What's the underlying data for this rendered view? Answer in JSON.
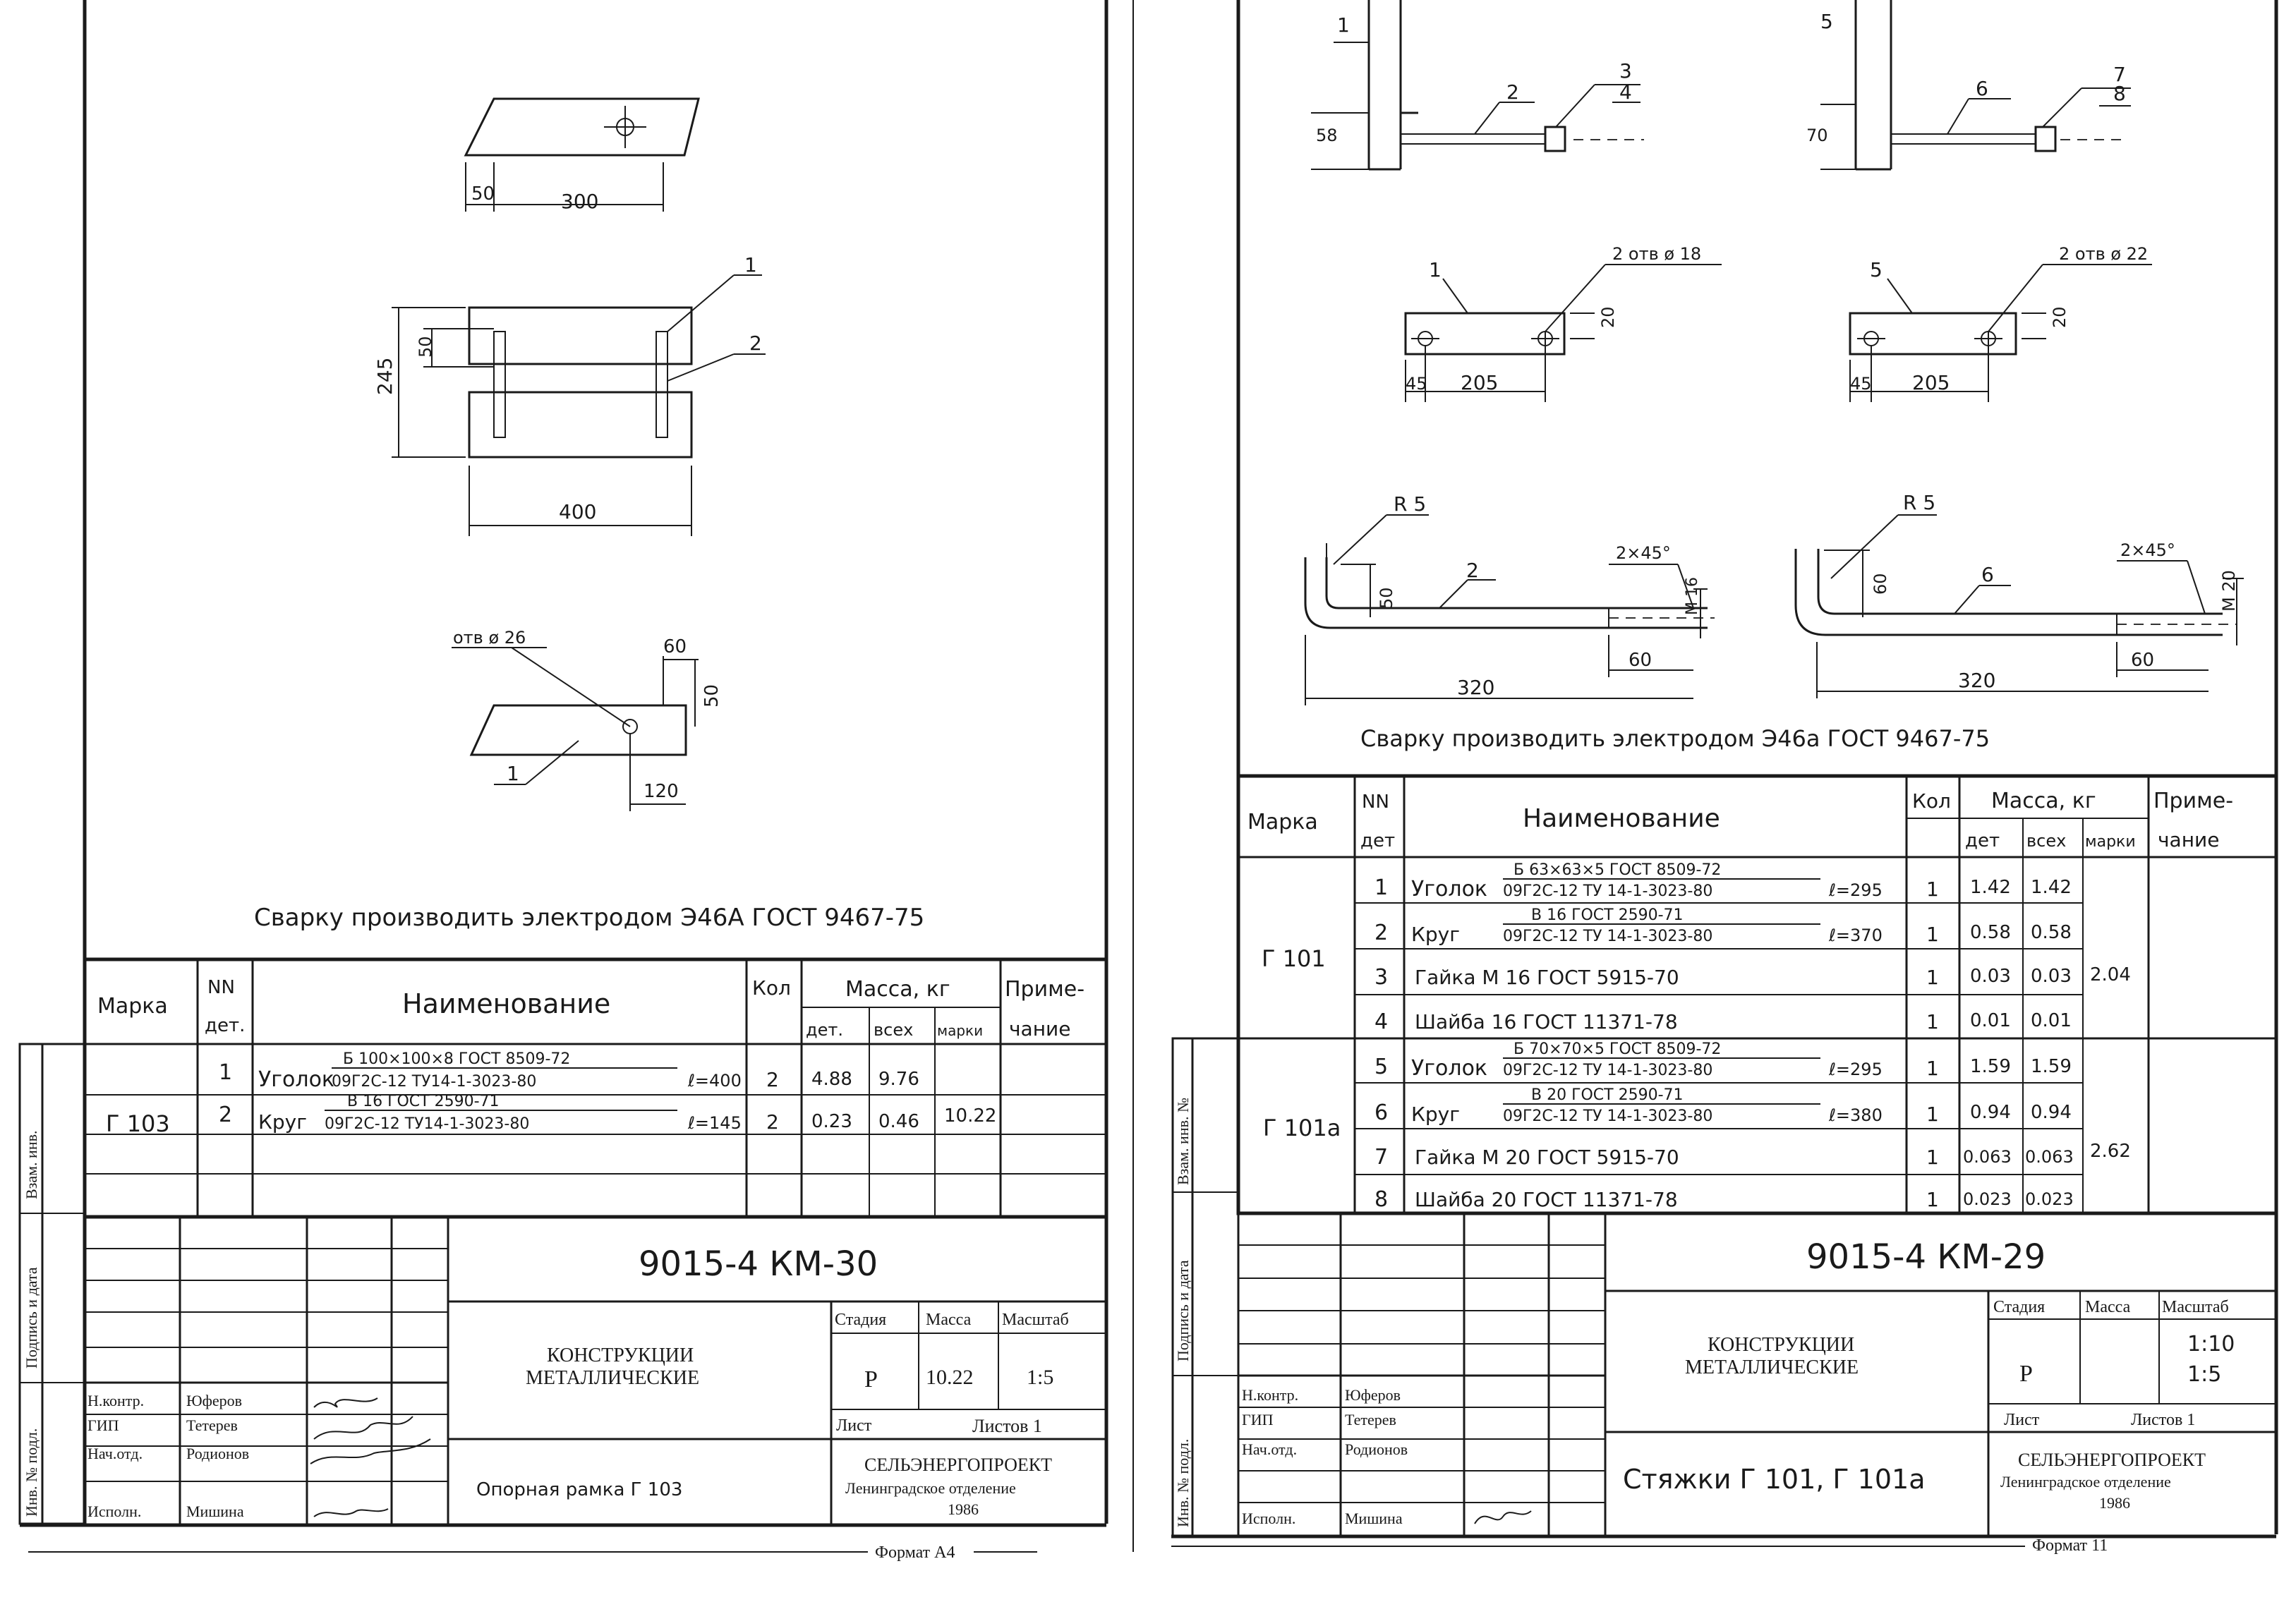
{
  "left_sheet": {
    "dims": {
      "d50a": "50",
      "d300": "300",
      "d50b": "50",
      "d245": "245",
      "d400": "400",
      "hole": "отв ø 26",
      "d60": "60",
      "d50c": "50",
      "d120": "120"
    },
    "callouts": {
      "c1a": "1",
      "c2": "2",
      "c1b": "1"
    },
    "note": "Сварку производить электродом Э46А ГОСТ 9467-75",
    "table": {
      "headers": {
        "mark": "Марка",
        "nn1": "NN",
        "nn2": "дет.",
        "name": "Наименование",
        "qty": "Кол",
        "mass": "Масса, кг",
        "m_det": "дет.",
        "m_all": "всех",
        "m_mark": "марки",
        "note1": "Приме-",
        "note2": "чание"
      },
      "mark": "Г 103",
      "mark_mass": "10.22",
      "rows": [
        {
          "n": "1",
          "item": "Уголок",
          "spec1": "Б 100×100×8  ГОСТ 8509-72",
          "spec2": "09Г2С-12  ТУ14-1-3023-80",
          "len": "ℓ=400",
          "qty": "2",
          "det": "4.88",
          "all": "9.76"
        },
        {
          "n": "2",
          "item": "Круг",
          "spec1": "В 16   ГОСТ 2590-71",
          "spec2": "09Г2С-12  ТУ14-1-3023-80",
          "len": "ℓ=145",
          "qty": "2",
          "det": "0.23",
          "all": "0.46"
        }
      ]
    },
    "side_labels": {
      "a": "Взам. инв.",
      "b": "Подпись и дата",
      "c": "Инв. № подл."
    },
    "stamp": {
      "code": "9015-4 КМ-30",
      "title1": "КОНСТРУКЦИИ",
      "title2": "МЕТАЛЛИЧЕСКИЕ",
      "stage_h": "Стадия",
      "mass_h": "Масса",
      "scale_h": "Масштаб",
      "stage": "Р",
      "mass": "10.22",
      "scale": "1:5",
      "sheet": "Лист",
      "sheets": "Листов 1",
      "drawing": "Опорная рамка  Г 103",
      "org1": "СЕЛЬЭНЕРГОПРОЕКТ",
      "org2": "Ленинградское отделение",
      "year": "1986",
      "roles": [
        {
          "role": "Н.контр.",
          "name": "Юферов"
        },
        {
          "role": "ГИП",
          "name": "Тетерев"
        },
        {
          "role": "Нач.отд.",
          "name": "Родионов"
        },
        {
          "role": "Исполн.",
          "name": "Мишина"
        }
      ],
      "format": "Формат А4"
    }
  },
  "right_sheet": {
    "dims": {
      "d58": "58",
      "c3": "3",
      "c4": "4",
      "c2a": "2",
      "c5": "5",
      "d70": "70",
      "c6a": "6",
      "c7": "7",
      "c8": "8",
      "c1": "1",
      "holes18": "2 отв ø 18",
      "d20a": "20",
      "d45a": "45",
      "d205a": "205",
      "c5b": "5",
      "holes22": "2 отв ø 22",
      "d20b": "20",
      "d45b": "45",
      "d205b": "205",
      "r5a": "R 5",
      "c2b": "2",
      "ch1": "2×45°",
      "m16": "М 16",
      "d50": "50",
      "d60a": "60",
      "d320a": "320",
      "r5b": "R 5",
      "c6b": "6",
      "ch2": "2×45°",
      "m20": "М 20",
      "d60": "60",
      "d60b": "60",
      "d320b": "320"
    },
    "note": "Сварку производить электродом Э46а ГОСТ 9467-75",
    "table": {
      "headers": {
        "mark": "Марка",
        "nn1": "NN",
        "nn2": "дет",
        "name": "Наименование",
        "qty": "Кол",
        "mass": "Масса, кг",
        "m_det": "дет",
        "m_all": "всех",
        "m_mark": "марки",
        "note1": "Приме-",
        "note2": "чание"
      },
      "groups": [
        {
          "mark": "Г 101",
          "mark_mass": "2.04",
          "rows": [
            {
              "n": "1",
              "item": "Уголок",
              "spec1": "Б 63×63×5  ГОСТ 8509-72",
              "spec2": "09Г2С-12  ТУ 14-1-3023-80",
              "len": "ℓ=295",
              "qty": "1",
              "det": "1.42",
              "all": "1.42"
            },
            {
              "n": "2",
              "item": "Круг",
              "spec1": "В 16  ГОСТ 2590-71",
              "spec2": "09Г2С-12  ТУ 14-1-3023-80",
              "len": "ℓ=370",
              "qty": "1",
              "det": "0.58",
              "all": "0.58"
            },
            {
              "n": "3",
              "item": "Гайка  М 16   ГОСТ 5915-70",
              "spec1": "",
              "spec2": "",
              "len": "",
              "qty": "1",
              "det": "0.03",
              "all": "0.03"
            },
            {
              "n": "4",
              "item": "Шайба  16   ГОСТ 11371-78",
              "spec1": "",
              "spec2": "",
              "len": "",
              "qty": "1",
              "det": "0.01",
              "all": "0.01"
            }
          ]
        },
        {
          "mark": "Г 101а",
          "mark_mass": "2.62",
          "rows": [
            {
              "n": "5",
              "item": "Уголок",
              "spec1": "Б 70×70×5  ГОСТ 8509-72",
              "spec2": "09Г2С-12  ТУ 14-1-3023-80",
              "len": "ℓ=295",
              "qty": "1",
              "det": "1.59",
              "all": "1.59"
            },
            {
              "n": "6",
              "item": "Круг",
              "spec1": "В 20  ГОСТ 2590-71",
              "spec2": "09Г2С-12  ТУ 14-1-3023-80",
              "len": "ℓ=380",
              "qty": "1",
              "det": "0.94",
              "all": "0.94"
            },
            {
              "n": "7",
              "item": "Гайка  М 20   ГОСТ 5915-70",
              "spec1": "",
              "spec2": "",
              "len": "",
              "qty": "1",
              "det": "0.063",
              "all": "0.063"
            },
            {
              "n": "8",
              "item": "Шайба  20   ГОСТ 11371-78",
              "spec1": "",
              "spec2": "",
              "len": "",
              "qty": "1",
              "det": "0.023",
              "all": "0.023"
            }
          ]
        }
      ]
    },
    "side_labels": {
      "a": "Взам. инв. №",
      "b": "Подпись и дата",
      "c": "Инв. № подл."
    },
    "stamp": {
      "code": "9015-4 КМ-29",
      "title1": "КОНСТРУКЦИИ",
      "title2": "МЕТАЛЛИЧЕСКИЕ",
      "stage_h": "Стадия",
      "mass_h": "Масса",
      "scale_h": "Масштаб",
      "stage": "Р",
      "mass": "",
      "scale1": "1:10",
      "scale2": "1:5",
      "sheet": "Лист",
      "sheets": "Листов 1",
      "drawing": "Стяжки Г 101, Г 101а",
      "org1": "СЕЛЬЭНЕРГОПРОЕКТ",
      "org2": "Ленинградское отделение",
      "year": "1986",
      "roles": [
        {
          "role": "Н.контр.",
          "name": "Юферов"
        },
        {
          "role": "ГИП",
          "name": "Тетерев"
        },
        {
          "role": "Нач.отд.",
          "name": "Родионов"
        },
        {
          "role": "Исполн.",
          "name": "Мишина"
        }
      ],
      "format": "Формат 11"
    }
  }
}
